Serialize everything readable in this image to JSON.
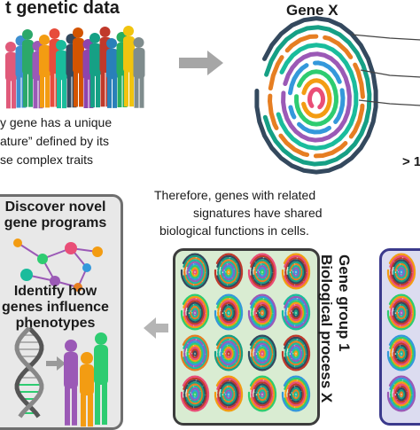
{
  "header": {
    "left_title": "t genetic data",
    "gene_label": "Gene X",
    "count_label": "> 1"
  },
  "description": {
    "line1": "y gene has a unique",
    "line2": "ature” defined by its",
    "line3": "se complex traits"
  },
  "conclusion": {
    "line1": "Therefore, genes with related",
    "line2": "signatures have shared",
    "line3": "biological functions in cells."
  },
  "left_panel": {
    "heading1_line1": "Discover novel",
    "heading1_line2": "gene programs",
    "heading2_line1": "Identify how",
    "heading2_line2": "genes influence",
    "heading2_line3": "phenotypes"
  },
  "gene_group": {
    "line1": "Gene group 1",
    "line2": "Biological process X"
  },
  "colors": {
    "people": [
      "#e05a7a",
      "#3e8fd0",
      "#2ca86a",
      "#9b59b6",
      "#f39c12",
      "#e74c3c",
      "#1abc9c",
      "#34495e",
      "#d35400",
      "#8e44ad",
      "#16a085",
      "#c0392b",
      "#2980b9",
      "#27ae60",
      "#f1c40f",
      "#7f8c8d"
    ],
    "fingerprint": [
      "#e94e77",
      "#f39c12",
      "#2ecc71",
      "#3498db",
      "#9b59b6",
      "#1abc9c",
      "#e67e22",
      "#16a085",
      "#34495e",
      "#c0392b"
    ],
    "arrow": "#a6a6a6",
    "network_nodes": [
      "#f39c12",
      "#2ecc71",
      "#e94e77",
      "#3498db",
      "#9b59b6",
      "#1abc9c",
      "#e67e22"
    ]
  }
}
